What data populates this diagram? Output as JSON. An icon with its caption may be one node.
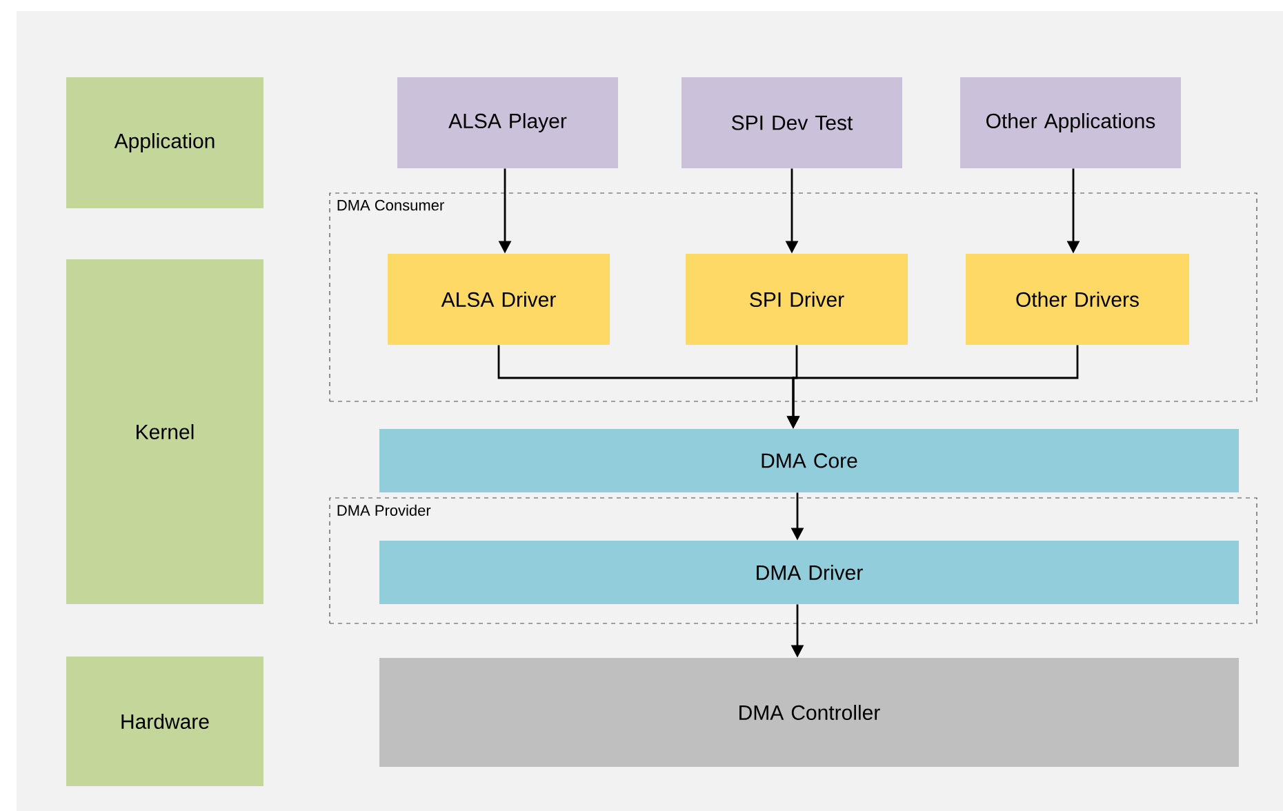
{
  "diagram": {
    "nodes": [
      {
        "text": [
          "Application"
        ]
      },
      {
        "text": [
          "Kernel"
        ]
      },
      {
        "text": [
          "Hardware"
        ]
      },
      {
        "text": [
          "ALSA Player"
        ]
      },
      {
        "text": [
          "SPI Dev Test"
        ]
      },
      {
        "text": [
          "Other Applications"
        ]
      },
      {
        "text": [
          "DMA Consumer"
        ]
      },
      {
        "text": [
          "ALSA Driver"
        ],
        "in": 6
      },
      {
        "text": [
          "SPI Driver"
        ],
        "in": 6
      },
      {
        "text": [
          "Other Drivers"
        ],
        "in": 6
      },
      {
        "text": [
          "DMA Core"
        ]
      },
      {
        "text": [
          "DMA Provider"
        ]
      },
      {
        "text": [
          "DMA Driver"
        ],
        "in": 11
      },
      {
        "text": [
          "DMA Controller"
        ]
      }
    ],
    "edges": [
      {
        "from": 3,
        "to": 7,
        "arrow": "to"
      },
      {
        "from": 4,
        "to": 8,
        "arrow": "to"
      },
      {
        "from": 5,
        "to": 9,
        "arrow": "to"
      },
      {
        "from": 7,
        "to": 10,
        "arrow": "to"
      },
      {
        "from": 8,
        "to": 10,
        "arrow": "to"
      },
      {
        "from": 9,
        "to": 10,
        "arrow": "to"
      },
      {
        "from": 10,
        "to": 12,
        "arrow": "to"
      },
      {
        "from": 12,
        "to": 13,
        "arrow": "to"
      }
    ]
  }
}
